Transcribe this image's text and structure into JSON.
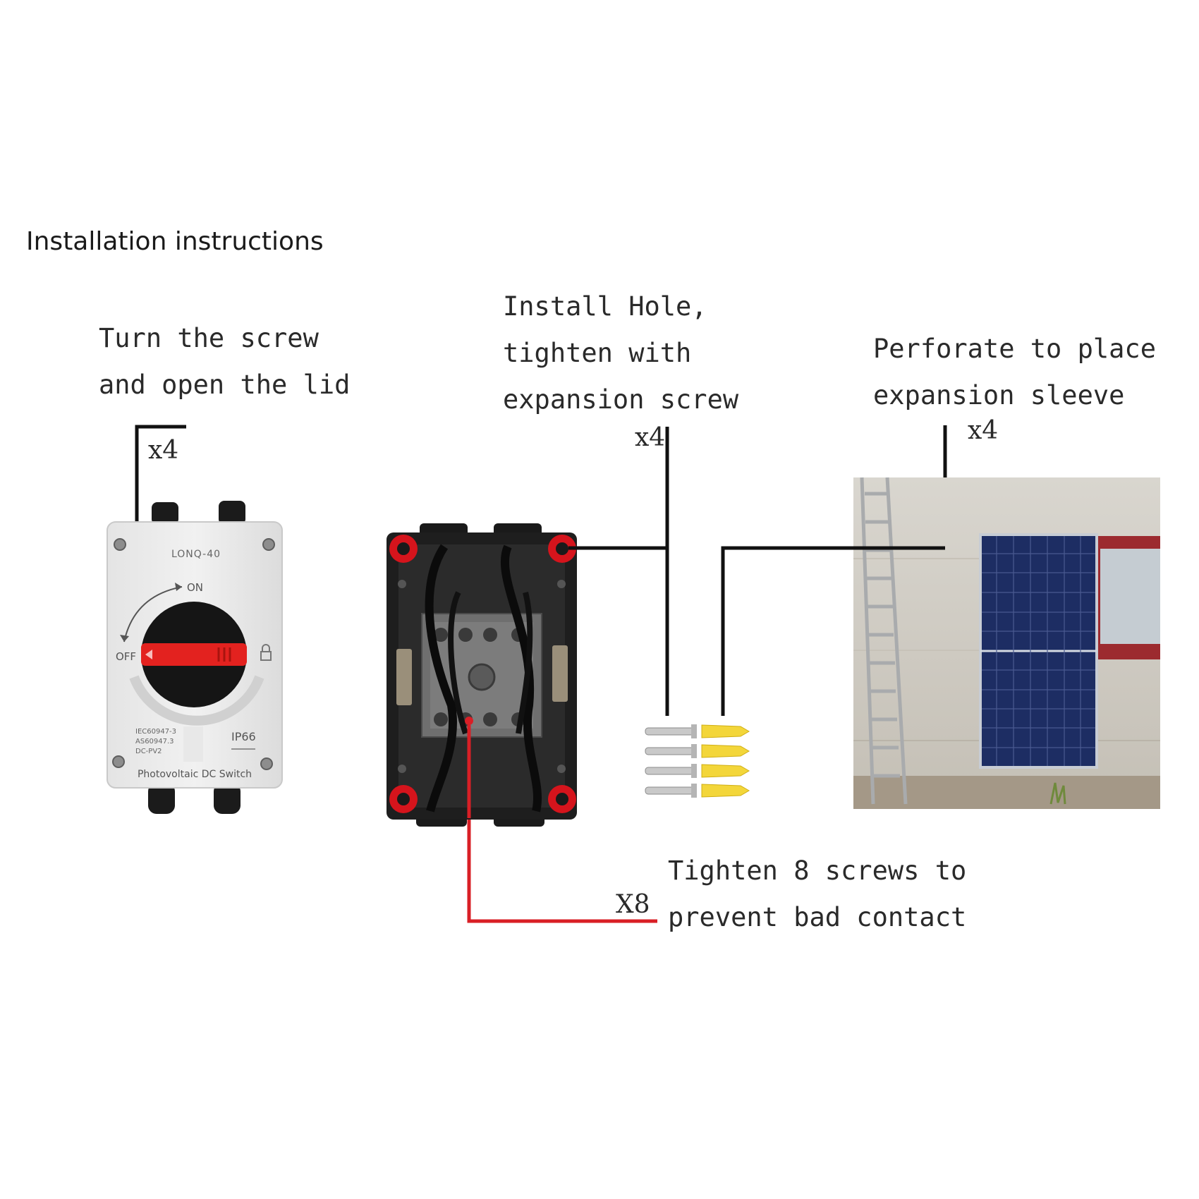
{
  "title": "Installation instructions",
  "callouts": {
    "lid": {
      "line1": "Turn the screw",
      "line2": "and open the lid",
      "count": "x4"
    },
    "hole": {
      "line1": "Install Hole,",
      "line2": "tighten with",
      "line3": "expansion screw",
      "count": "x4"
    },
    "sleeve": {
      "line1": "Perforate to place",
      "line2": "expansion sleeve",
      "count": "x4"
    },
    "contacts": {
      "line1": "Tighten 8 screws to",
      "line2": "prevent bad contact",
      "count": "X8"
    }
  },
  "switch_device": {
    "model": "LONQ-40",
    "on_label": "ON",
    "off_label": "OFF",
    "standards": [
      "IEC60947-3",
      "AS60947.3",
      "DC-PV2"
    ],
    "rating": "IP66",
    "name": "Photovoltaic DC Switch"
  },
  "colors": {
    "leader_black": "#111111",
    "leader_red": "#d91f26",
    "handle_red": "#e3221f",
    "sleeve_yellow": "#f3d63a",
    "panel_blue": "#1d2d63"
  }
}
